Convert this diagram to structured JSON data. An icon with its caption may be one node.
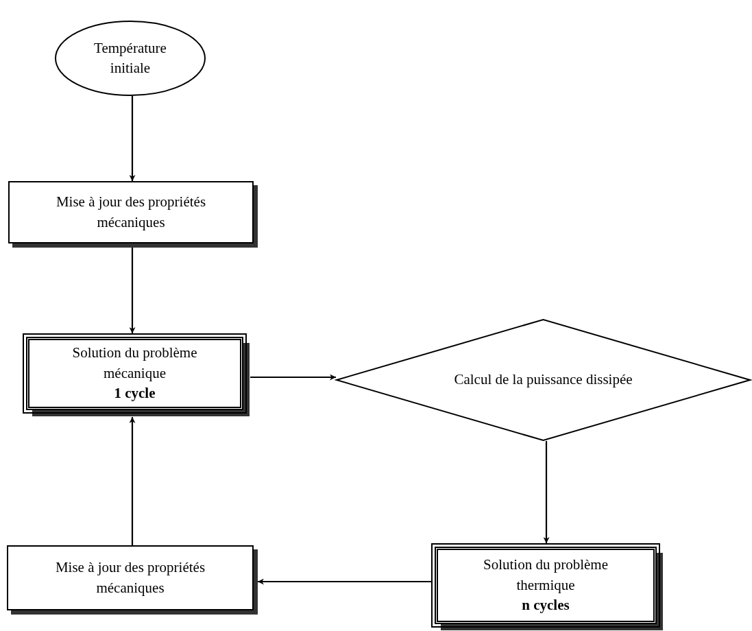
{
  "diagram": {
    "nodes": [
      {
        "text": [
          "Température initiale"
        ]
      },
      {
        "text": [
          "Mise à jour des propriétés mécaniques"
        ]
      },
      {
        "text": [
          "Solution du problème mécanique",
          "1 cycle"
        ]
      },
      {
        "text": [
          "Calcul de la puissance dissipée"
        ]
      },
      {
        "text": [
          "Solution du problème thermique",
          "n cycles"
        ]
      },
      {
        "text": [
          "Mise à jour des propriétés mécaniques"
        ]
      }
    ],
    "edges": [
      {
        "from": 0,
        "to": 1,
        "arrow": "to"
      },
      {
        "from": 1,
        "to": 2,
        "arrow": "to"
      },
      {
        "from": 2,
        "to": 3,
        "arrow": "to"
      },
      {
        "from": 3,
        "to": 4,
        "arrow": "to"
      },
      {
        "from": 4,
        "to": 5,
        "arrow": "to"
      },
      {
        "from": 5,
        "to": 2,
        "arrow": "to"
      }
    ]
  }
}
